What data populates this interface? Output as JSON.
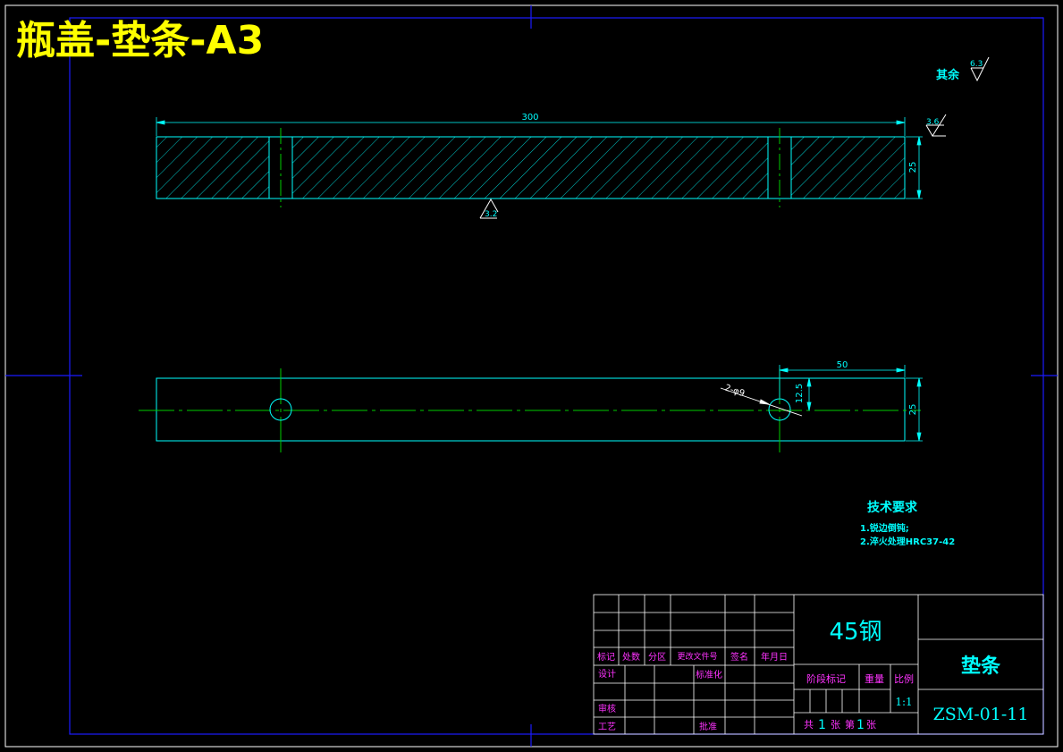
{
  "title": "瓶盖-垫条-A3",
  "roughness_note": {
    "label": "其余",
    "value": "6.3"
  },
  "front_view": {
    "length_dim": "300",
    "height_dim": "25",
    "top_roughness": "3.6",
    "bottom_roughness": "3.2"
  },
  "top_view": {
    "hole_offset_dim": "50",
    "hole_center_dim": "12.5",
    "width_dim": "25",
    "hole_diameter": "2-φ9"
  },
  "tech_requirements": {
    "heading": "技术要求",
    "items": [
      "1.锐边倒钝;",
      "2.淬火处理HRC37-42"
    ]
  },
  "title_block": {
    "material": "45钢",
    "part_name": "垫条",
    "drawing_no": "ZSM-01-11",
    "scale_label": "比例",
    "scale": "1:1",
    "weight_label": "重量",
    "stage_label": "阶段标记",
    "header_labels": [
      "标记",
      "处数",
      "分区",
      "更改文件号",
      "签名",
      "年月日"
    ],
    "design": "设计",
    "standard": "标准化",
    "review": "审核",
    "process": "工艺",
    "approve": "批准",
    "sheets": {
      "total_prefix": "共",
      "total": "1",
      "unit": "张",
      "sheet_prefix": "第",
      "sheet": "1",
      "unit2": "张"
    }
  },
  "colors": {
    "frame": "#1a1aff",
    "outline": "#00ffff",
    "centerline": "#00cc00",
    "hatch": "#00cccc",
    "title_text": "#ffff00",
    "label_text": "#ff33ff",
    "block_line": "#ffffff"
  }
}
